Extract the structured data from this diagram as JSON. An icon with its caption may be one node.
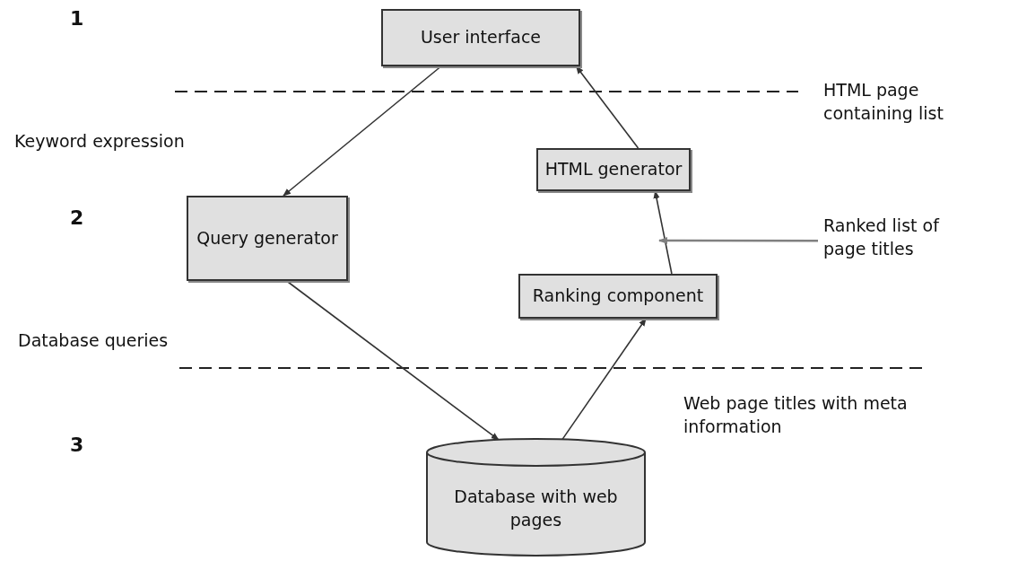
{
  "diagram": {
    "nodes": [
      {
        "text": [
          "User interface"
        ]
      },
      {
        "text": [
          "HTML generator"
        ]
      },
      {
        "text": [
          "Query generator"
        ]
      },
      {
        "text": [
          "Ranking component"
        ]
      },
      {
        "text": [
          "Database with web pages"
        ]
      },
      {
        "text": [
          "Ranked list of page titles"
        ]
      }
    ],
    "edges": [
      {
        "from": 0,
        "to": 2,
        "arrow": "to"
      },
      {
        "from": 1,
        "to": 0,
        "arrow": "to"
      },
      {
        "from": 3,
        "to": 1,
        "arrow": "to"
      },
      {
        "from": 2,
        "to": 4,
        "arrow": "to"
      },
      {
        "from": 4,
        "to": 3,
        "arrow": "to"
      },
      {
        "from": 5,
        "to": null,
        "arrow": "to",
        "color": "#808080"
      }
    ],
    "labels": [
      "1",
      "HTML page containing list",
      "Keyword expression",
      "2",
      "Database queries",
      "Web page titles with meta information",
      "3"
    ]
  }
}
